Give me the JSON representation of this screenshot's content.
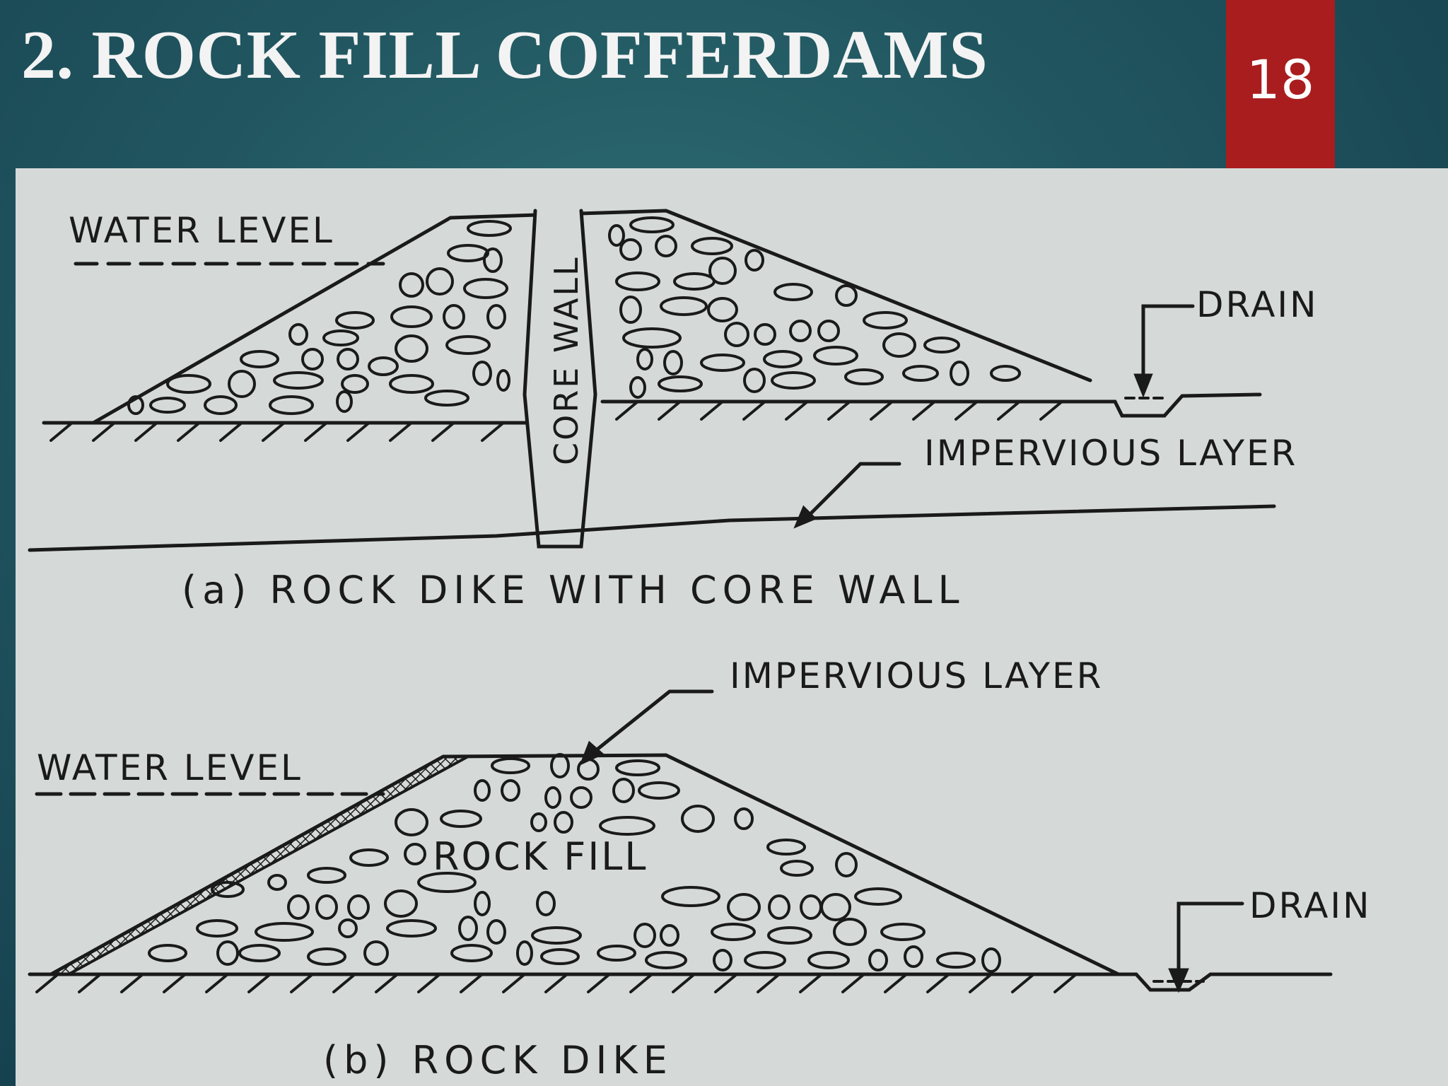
{
  "slide": {
    "title": "2. ROCK FILL COFFERDAMS",
    "page_number": "18"
  },
  "diagram_a": {
    "water_level": "WATER LEVEL",
    "core_wall": "CORE WALL",
    "drain": "DRAIN",
    "impervious_layer": "IMPERVIOUS LAYER",
    "caption": "(a) ROCK DIKE WITH CORE WALL"
  },
  "diagram_b": {
    "impervious_layer": "IMPERVIOUS LAYER",
    "water_level": "WATER LEVEL",
    "rock_fill": "ROCK FILL",
    "drain": "DRAIN",
    "caption": "(b) ROCK DIKE"
  },
  "colors": {
    "title_bar": "#1f5560",
    "badge": "#a91d1f",
    "paper": "#d5dad8",
    "ink": "#1a1a1a"
  }
}
